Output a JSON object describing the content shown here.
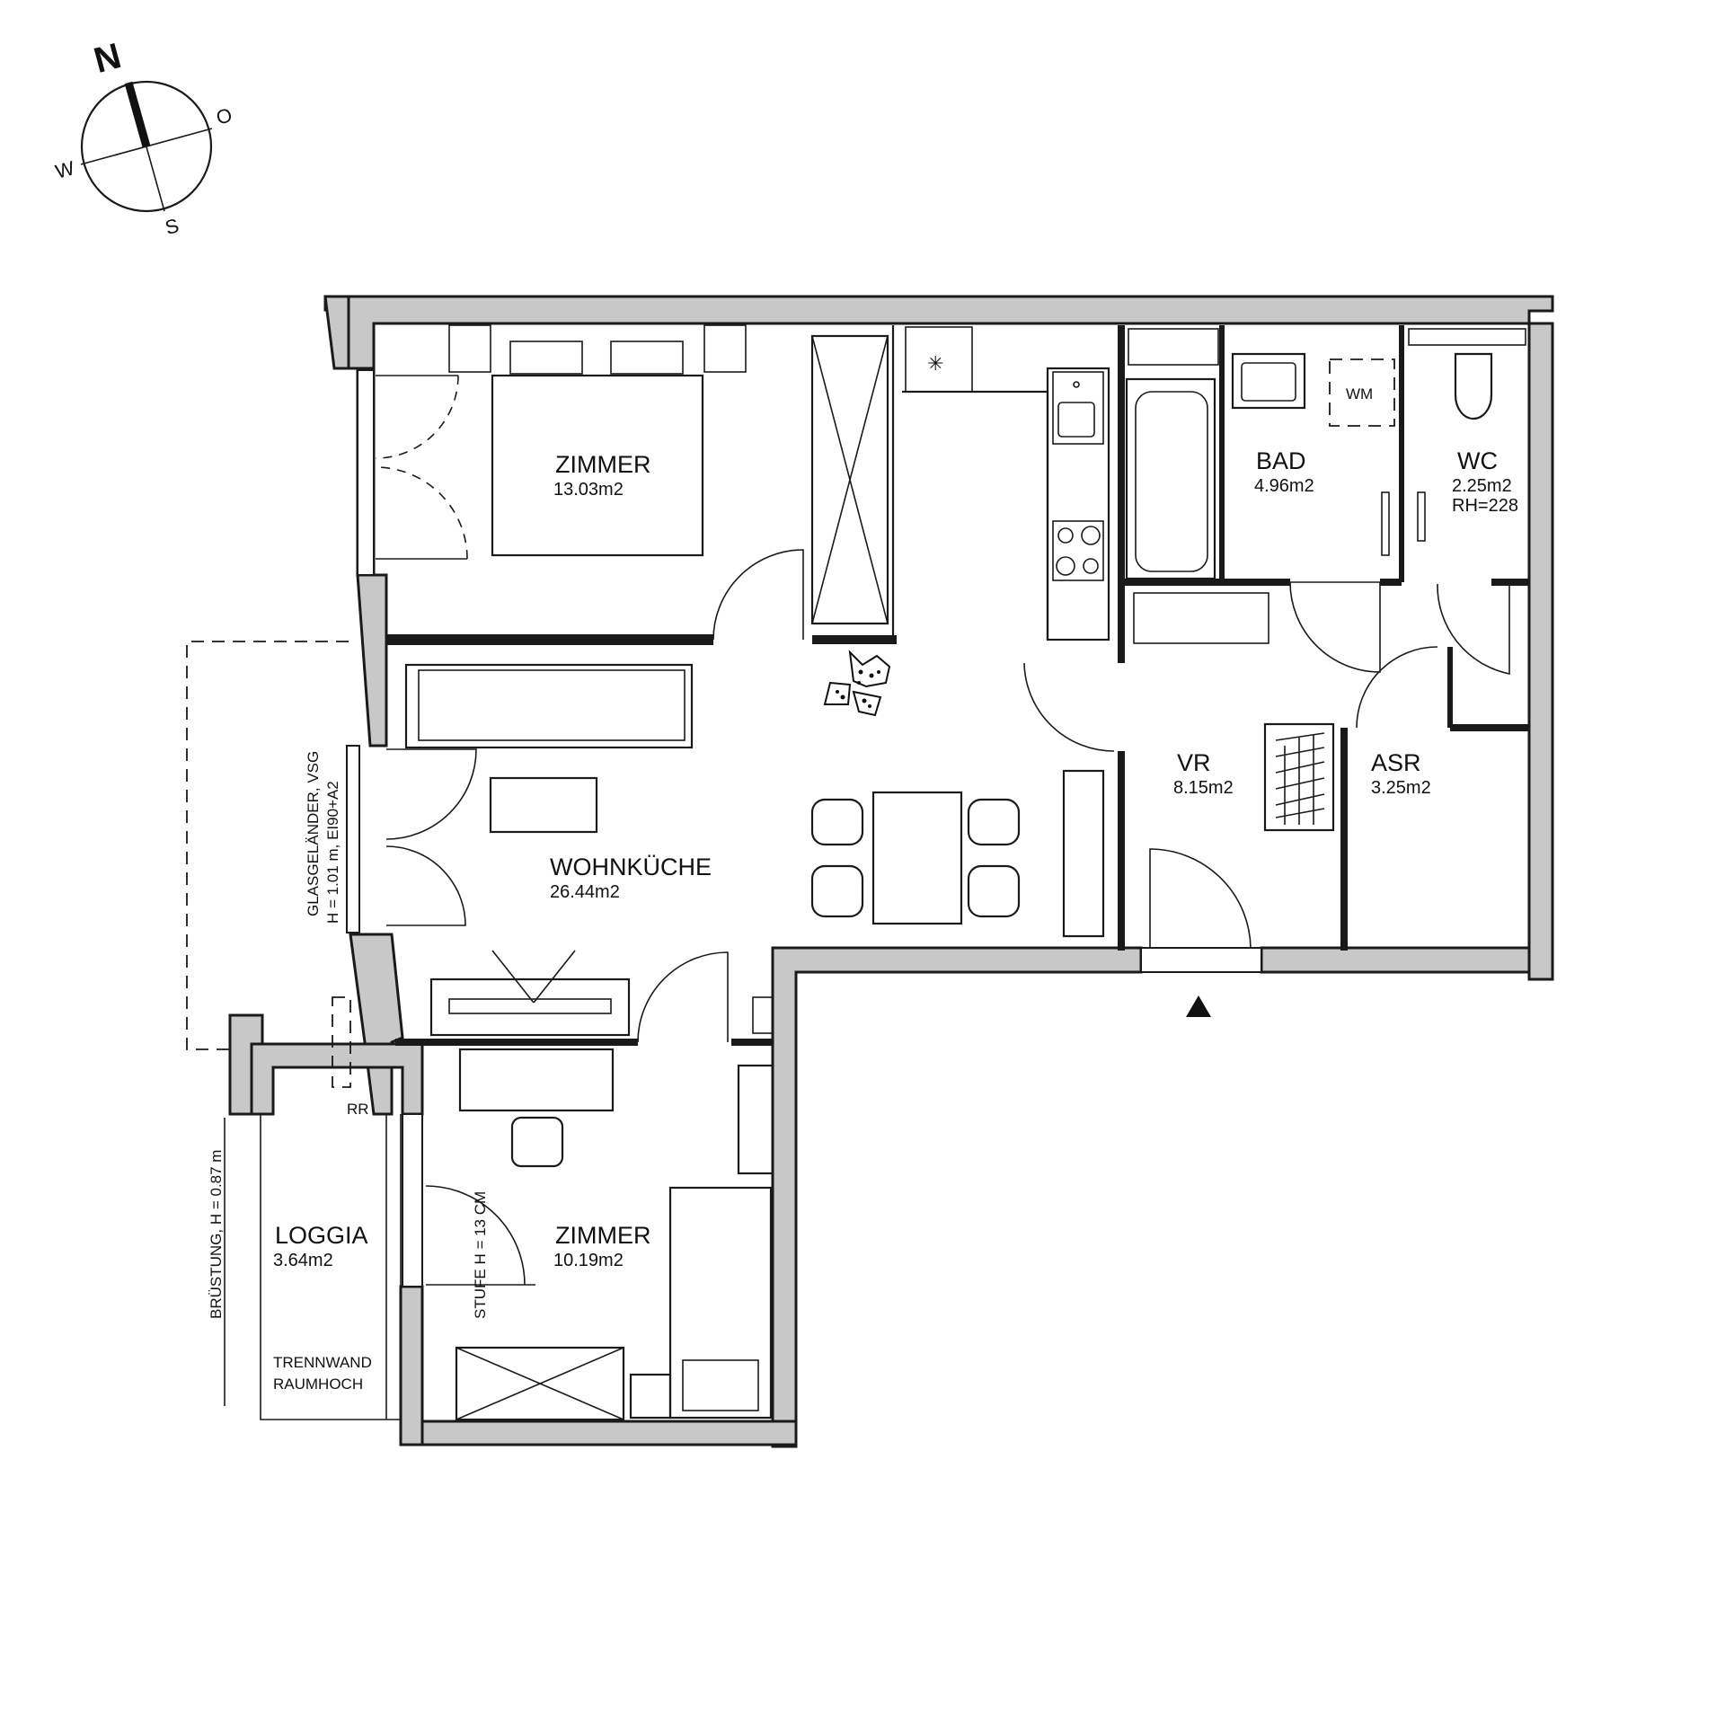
{
  "compass": {
    "north": "N",
    "east": "O",
    "south": "S",
    "west": "W"
  },
  "rooms": [
    {
      "id": "zimmer-1",
      "name": "ZIMMER",
      "area": "13.03m2"
    },
    {
      "id": "bad",
      "name": "BAD",
      "area": "4.96m2"
    },
    {
      "id": "wc",
      "name": "WC",
      "area": "2.25m2",
      "extra": "RH=228"
    },
    {
      "id": "vr",
      "name": "VR",
      "area": "8.15m2"
    },
    {
      "id": "asr",
      "name": "ASR",
      "area": "3.25m2"
    },
    {
      "id": "wohnkueche",
      "name": "WOHNKÜCHE",
      "area": "26.44m2"
    },
    {
      "id": "loggia",
      "name": "LOGGIA",
      "area": "3.64m2"
    },
    {
      "id": "zimmer-2",
      "name": "ZIMMER",
      "area": "10.19m2"
    }
  ],
  "annotations": {
    "wm": "WM",
    "glasgelaender_1": "GLASGELÄNDER, VSG",
    "glasgelaender_2": "H = 1.01 m, EI90+A2",
    "rr": "RR",
    "bruestung": "BRÜSTUNG, H = 0.87 m",
    "stufe": "STUFE H = 13 CM",
    "trennwand_1": "TRENNWAND",
    "trennwand_2": "RAUMHOCH"
  },
  "colors": {
    "wall_fill": "#c8c8c8",
    "line": "#1a1a1a",
    "background": "#ffffff"
  }
}
